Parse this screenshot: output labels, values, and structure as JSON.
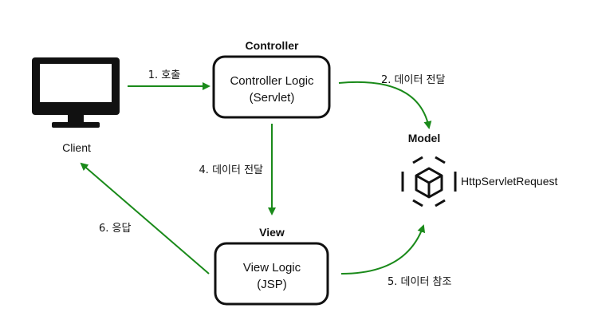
{
  "colors": {
    "arrow": "#1a8a1a",
    "stroke": "#111111",
    "background": "#ffffff"
  },
  "client": {
    "label": "Client",
    "icon": "monitor-icon"
  },
  "controller": {
    "header": "Controller",
    "line1": "Controller Logic",
    "line2": "(Servlet)"
  },
  "model": {
    "header": "Model",
    "label": "HttpServletRequest",
    "icon": "cube-icon"
  },
  "view": {
    "header": "View",
    "line1": "View Logic",
    "line2": "(JSP)"
  },
  "arrows": {
    "a1": "1. 호출",
    "a2": "2. 데이터 전달",
    "a4": "4. 데이터 전달",
    "a5": "5. 데이터 참조",
    "a6": "6. 응답"
  }
}
